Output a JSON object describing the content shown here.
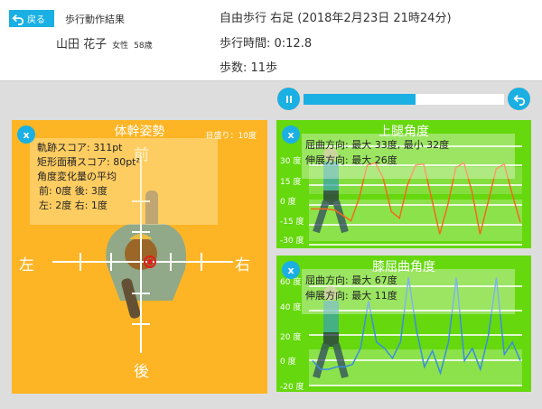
{
  "header": {
    "back_label": "戻る",
    "screen_title": "歩行動作結果",
    "patient_name": "山田 花子",
    "patient_sex": "女性",
    "patient_age": "58歳",
    "session_title": "自由歩行 右足 (2018年2月23日 21時24分)",
    "walk_time": "歩行時間: 0:12.8",
    "steps": "歩数: 11歩"
  },
  "player": {
    "pause_icon": "pause-icon",
    "replay_icon": "replay-icon",
    "progress_percent": 56,
    "accent_color": "#1ab0e3"
  },
  "trunk_panel": {
    "title": "体幹姿勢",
    "scale_note": "目盛り：10度",
    "close_label": "x",
    "stats": {
      "trajectory_score": "軌跡スコア: 311pt",
      "area_score": "矩形面積スコア: 80pt²",
      "avg_heading": "角度変化量の平均",
      "front_back": " 前: 0度 後: 3度",
      "left_right": " 左: 2度 右: 1度"
    },
    "axis_labels": {
      "front": "前",
      "back": "後",
      "left": "左",
      "right": "右"
    },
    "bg_color": "#fdb525"
  },
  "thigh_panel": {
    "title": "上腿角度",
    "close_label": "x",
    "stats": {
      "flexion": "屈曲方向: 最大 33度, 最小 32度",
      "extension": "伸展方向: 最大 26度"
    },
    "y_ticks": [
      "30 度",
      "15 度",
      "0 度",
      "-15 度",
      "-30 度"
    ],
    "line_color": "#f26a1b"
  },
  "knee_panel": {
    "title": "膝屈曲角度",
    "close_label": "x",
    "stats": {
      "flexion": "屈曲方向: 最大 67度",
      "extension": "伸展方向: 最大 11度"
    },
    "y_ticks": [
      "60 度",
      "40 度",
      "20 度",
      "0 度",
      "-20 度"
    ],
    "line_color": "#3a8de0"
  },
  "chart_data": [
    {
      "type": "line",
      "title": "上腿角度",
      "ylabel": "度",
      "ylim": [
        -30,
        40
      ],
      "y_ticks": [
        -30,
        -15,
        0,
        15,
        30
      ],
      "series": [
        {
          "name": "上腿角度",
          "values": [
            -3,
            -3,
            -3,
            -4,
            -8,
            -12,
            5,
            30,
            32,
            20,
            -5,
            -10,
            15,
            30,
            31,
            5,
            -22,
            0,
            28,
            32,
            10,
            -22,
            2,
            27,
            31,
            8,
            -13
          ]
        }
      ]
    },
    {
      "type": "line",
      "title": "膝屈曲角度",
      "ylabel": "度",
      "ylim": [
        -20,
        67
      ],
      "y_ticks": [
        -20,
        0,
        20,
        40,
        60
      ],
      "series": [
        {
          "name": "膝屈曲角度",
          "values": [
            0,
            -7,
            -7,
            -5,
            -5,
            -3,
            10,
            48,
            15,
            10,
            2,
            15,
            67,
            25,
            -5,
            8,
            -10,
            15,
            67,
            0,
            10,
            -7,
            20,
            67,
            5,
            15,
            0
          ]
        }
      ]
    }
  ]
}
